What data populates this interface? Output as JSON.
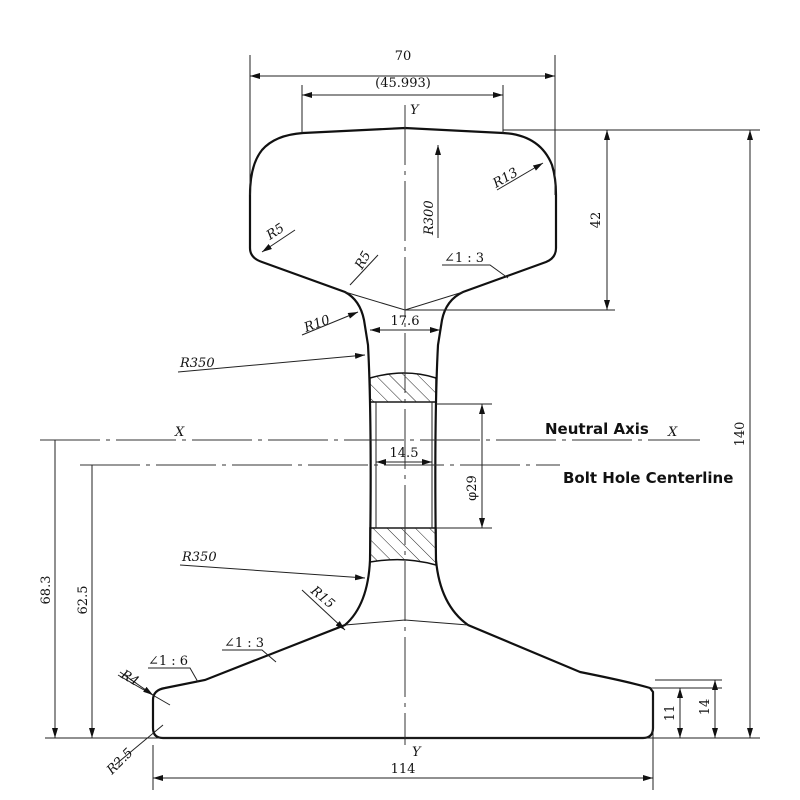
{
  "dimensions": {
    "head_width": "70",
    "crown_width": "(45.993)",
    "head_height": "42",
    "total_height": "140",
    "neck_width": "17.6",
    "web_width": "14.5",
    "bolt_hole_dia": "φ29",
    "neutral_axis_height": "68.3",
    "bolt_hole_height": "62.5",
    "base_width": "114",
    "foot_edge_11": "11",
    "foot_edge_14": "14"
  },
  "radii": {
    "r13": "R13",
    "r300": "R300",
    "r5_head": "R5",
    "r5_neck": "R5",
    "r10": "R10",
    "r350_top": "R350",
    "r350_bottom": "R350",
    "r15": "R15",
    "r4": "R4",
    "r2_5": "R2.5"
  },
  "slopes": {
    "head": "∠1 : 3",
    "foot_upper": "∠1 : 3",
    "foot_lower": "∠1 : 6"
  },
  "axes": {
    "y_top": "Y",
    "y_bottom": "Y",
    "x_left": "X",
    "x_right": "X"
  },
  "annotations": {
    "neutral_axis": "Neutral Axis",
    "bolt_hole_centerline": "Bolt Hole Centerline"
  }
}
